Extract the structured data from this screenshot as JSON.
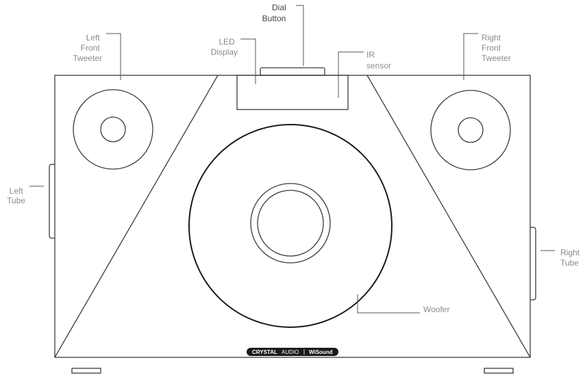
{
  "labels": {
    "dial_button": [
      "Dial",
      "Button"
    ],
    "led_display": [
      "LED",
      "Display"
    ],
    "ir_sensor": [
      "IR",
      "sensor"
    ],
    "left_front_tweeter": [
      "Left",
      "Front",
      "Tweeter"
    ],
    "right_front_tweeter": [
      "Right",
      "Front",
      "Tweeter"
    ],
    "left_tube": [
      "Left",
      "Tube"
    ],
    "right_tube": [
      "Right",
      "Tube"
    ],
    "woofer": "Woofer"
  },
  "logo": {
    "brand_bold": "CRYSTAL",
    "brand_light": "AUDIO",
    "product": "WiSound"
  }
}
